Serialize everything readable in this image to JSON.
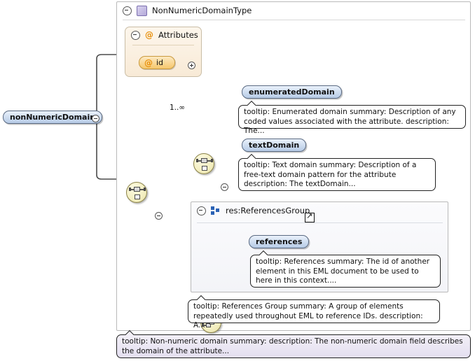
{
  "diagram": {
    "kind": "xml-schema-diagram",
    "root_element": {
      "label": "nonNumericDomain",
      "toggle": "collapse"
    },
    "type_box": {
      "title": "NonNumericDomainType",
      "icon": "complex-type-icon",
      "toggle": "collapse"
    },
    "attributes_box": {
      "title": "Attributes",
      "symbol": "@",
      "toggle": "collapse",
      "items": [
        {
          "label": "id",
          "symbol": "@",
          "toggle": "expand"
        }
      ]
    },
    "compositors": [
      {
        "id": "choice-outer",
        "kind": "choice-icon",
        "cardinality": "1..∞"
      },
      {
        "id": "choice-inner",
        "kind": "choice-icon",
        "cardinality": ""
      },
      {
        "id": "sequence-references",
        "kind": "sequence-icon",
        "cardinality": ""
      }
    ],
    "elements": [
      {
        "label": "enumeratedDomain",
        "toggle": "expand"
      },
      {
        "label": "textDomain",
        "toggle": "expand"
      },
      {
        "label": "references",
        "toggle": "expand"
      }
    ],
    "group_box": {
      "title": "res:ReferencesGroup",
      "icon": "model-group-icon",
      "link_badge": "external-link-icon",
      "toggle": "collapse"
    },
    "tooltips": {
      "enumerated_domain": "tooltip: Enumerated domain summary: Description of any coded values associated with the attribute. description: The...",
      "text_domain": "tooltip: Text domain summary: Description of a free-text domain pattern for the attribute description: The textDomain...",
      "references": "tooltip: References summary: The id of another element in this EML document to be used to here in this context....",
      "references_group": "tooltip: References Group summary: A group of elements repeatedly used throughout EML to reference IDs. description: A...",
      "non_numeric_domain": "tooltip: Non-numeric domain summary: description: The non-numeric domain field describes the domain of the attribute..."
    },
    "colors": {
      "element_fill": "#b6cbe6",
      "attribute_fill": "#f6c76c",
      "compositor_fill": "#f3eec0",
      "type_icon": "#b5aad9",
      "group_icon": "#2b62b5",
      "tooltip_accent": "#e4dff0"
    }
  }
}
